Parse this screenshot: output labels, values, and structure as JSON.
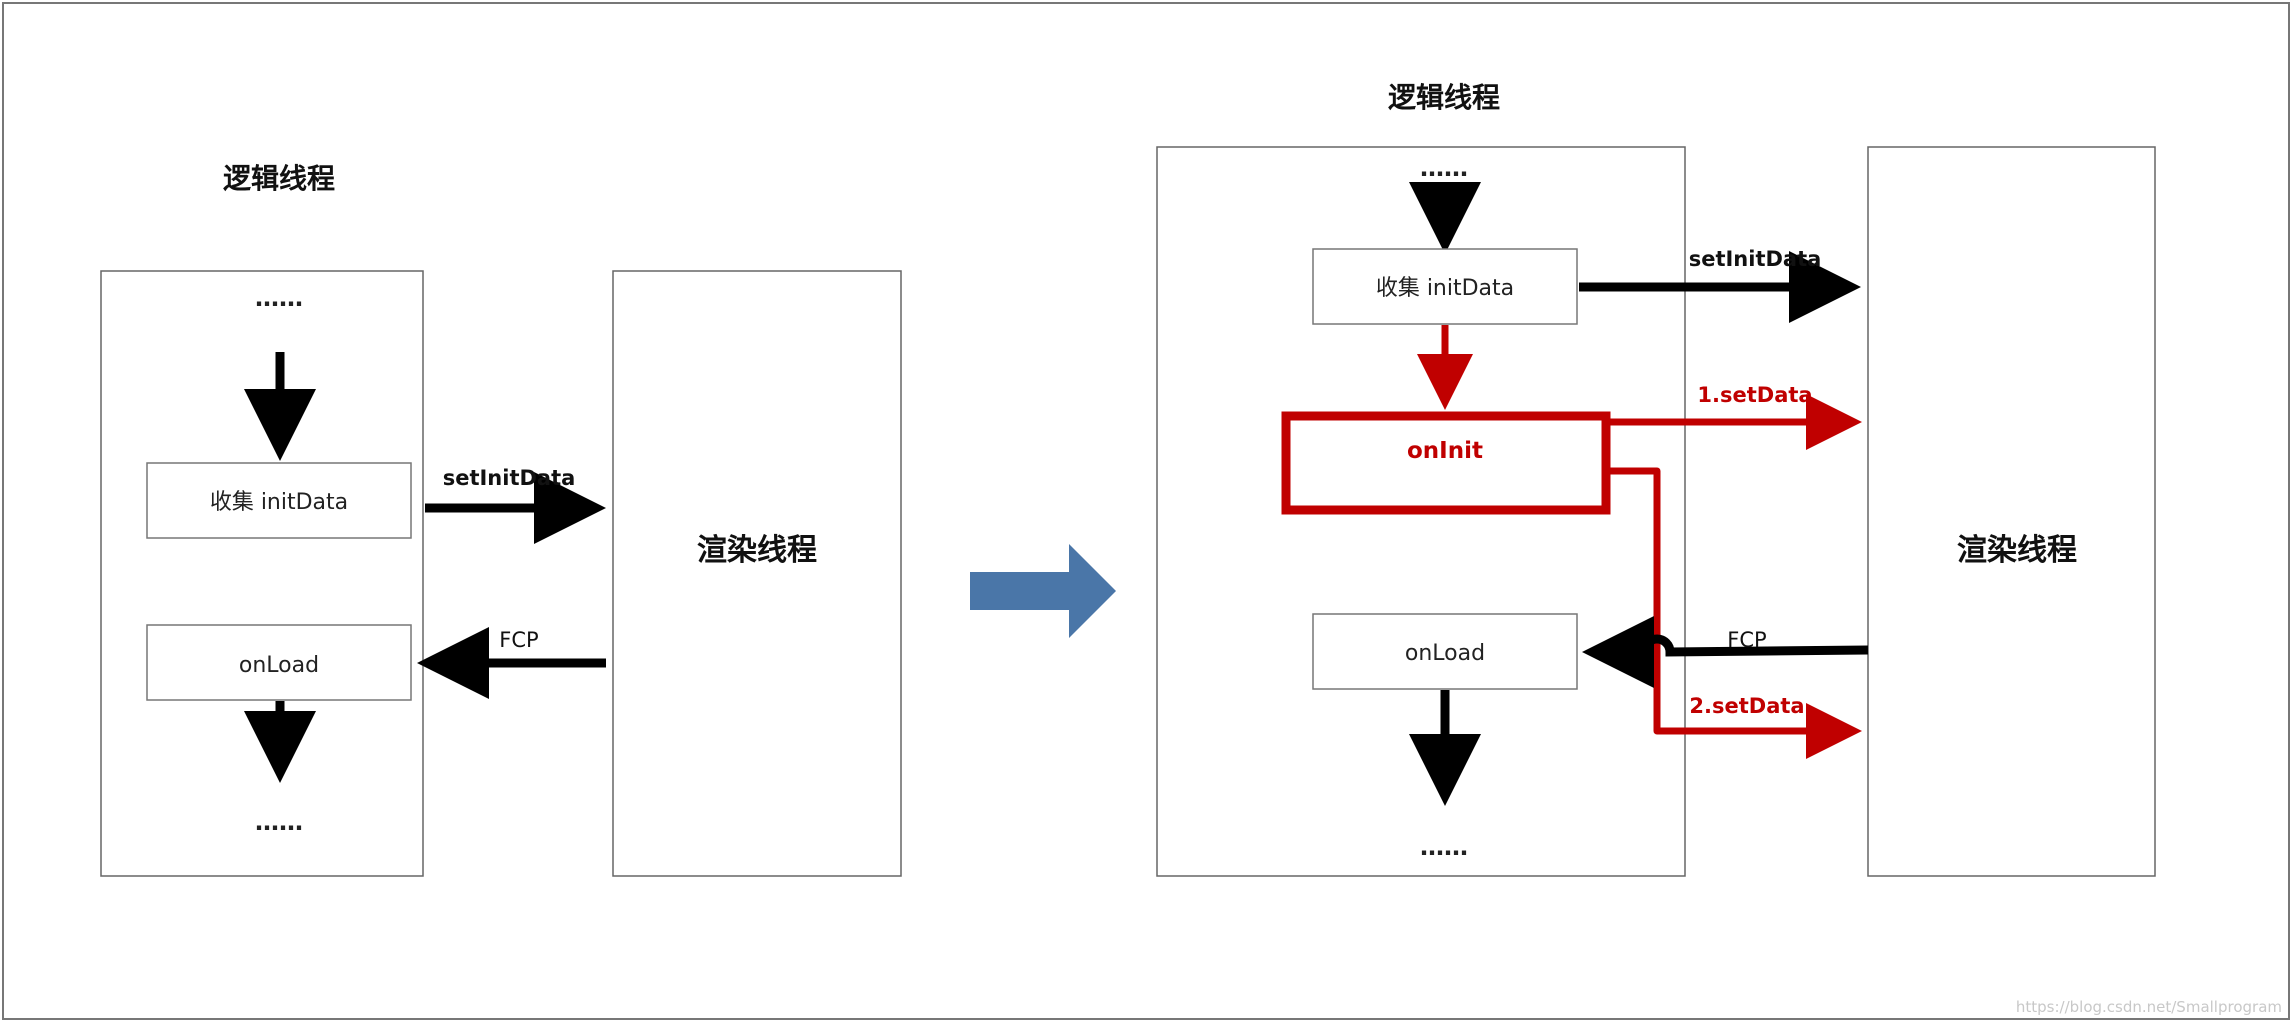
{
  "left": {
    "logic_title": "逻辑线程",
    "dots_top": "……",
    "collect_box": "收集 initData",
    "onload_box": "onLoad",
    "dots_bottom": "……",
    "edge_setinit": "setInitData",
    "edge_fcp": "FCP",
    "render_label": "渲染线程"
  },
  "right": {
    "logic_title": "逻辑线程",
    "dots_top": "……",
    "collect_box": "收集 initData",
    "oninit_box": "onInit",
    "onload_box": "onLoad",
    "dots_bottom": "……",
    "edge_setinit": "setInitData",
    "edge_setdata1": "1.setData",
    "edge_fcp": "FCP",
    "edge_setdata2": "2.setData",
    "render_label": "渲染线程"
  },
  "colors": {
    "black": "#000000",
    "red": "#c00000",
    "blue_arrow": "#4a76a8",
    "border": "#666666"
  },
  "watermark": "https://blog.csdn.net/Smallprogram"
}
